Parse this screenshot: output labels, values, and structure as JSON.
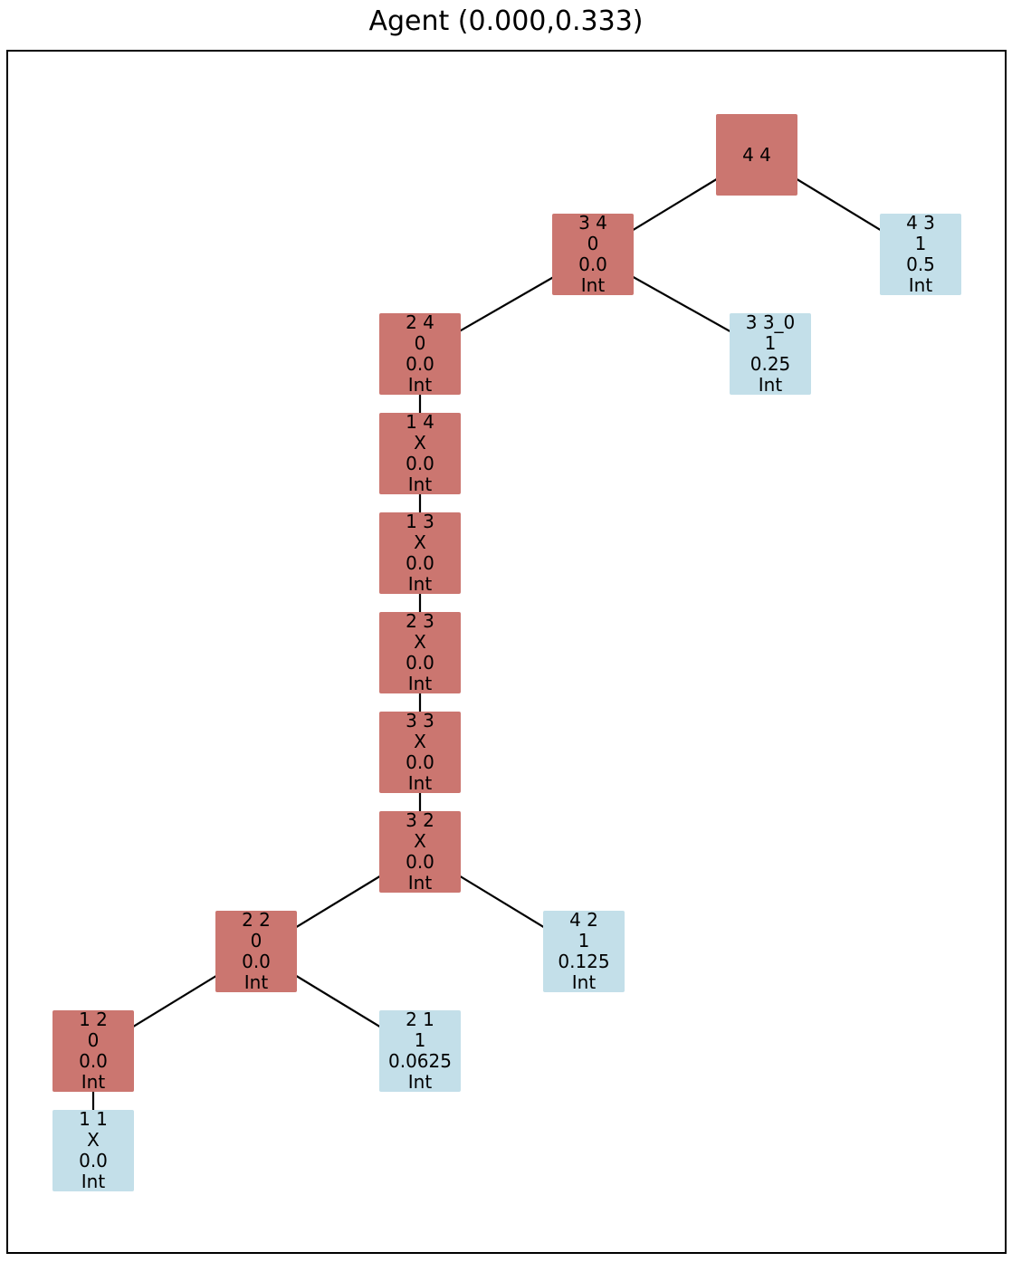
{
  "title": "Agent (0.000,0.333)",
  "colors": {
    "red": "#cb7670",
    "blue": "#c3dfe9",
    "edge": "#000000"
  },
  "nodes": [
    {
      "id": "n44",
      "color": "red",
      "lines": [
        "4 4"
      ]
    },
    {
      "id": "n34",
      "color": "red",
      "lines": [
        "3 4",
        "0",
        "0.0",
        "Int"
      ]
    },
    {
      "id": "n43",
      "color": "blue",
      "lines": [
        "4 3",
        "1",
        "0.5",
        "Int"
      ]
    },
    {
      "id": "n24",
      "color": "red",
      "lines": [
        "2 4",
        "0",
        "0.0",
        "Int"
      ]
    },
    {
      "id": "n33_0",
      "color": "blue",
      "lines": [
        "3 3_0",
        "1",
        "0.25",
        "Int"
      ]
    },
    {
      "id": "n14",
      "color": "red",
      "lines": [
        "1 4",
        "X",
        "0.0",
        "Int"
      ]
    },
    {
      "id": "n13",
      "color": "red",
      "lines": [
        "1 3",
        "X",
        "0.0",
        "Int"
      ]
    },
    {
      "id": "n23",
      "color": "red",
      "lines": [
        "2 3",
        "X",
        "0.0",
        "Int"
      ]
    },
    {
      "id": "n33",
      "color": "red",
      "lines": [
        "3 3",
        "X",
        "0.0",
        "Int"
      ]
    },
    {
      "id": "n32",
      "color": "red",
      "lines": [
        "3 2",
        "X",
        "0.0",
        "Int"
      ]
    },
    {
      "id": "n22",
      "color": "red",
      "lines": [
        "2 2",
        "0",
        "0.0",
        "Int"
      ]
    },
    {
      "id": "n42",
      "color": "blue",
      "lines": [
        "4 2",
        "1",
        "0.125",
        "Int"
      ]
    },
    {
      "id": "n12",
      "color": "red",
      "lines": [
        "1 2",
        "0",
        "0.0",
        "Int"
      ]
    },
    {
      "id": "n21",
      "color": "blue",
      "lines": [
        "2 1",
        "1",
        "0.0625",
        "Int"
      ]
    },
    {
      "id": "n11",
      "color": "blue",
      "lines": [
        "1 1",
        "X",
        "0.0",
        "Int"
      ]
    }
  ],
  "edges": [
    [
      "n44",
      "n34"
    ],
    [
      "n44",
      "n43"
    ],
    [
      "n34",
      "n24"
    ],
    [
      "n34",
      "n33_0"
    ],
    [
      "n24",
      "n14"
    ],
    [
      "n14",
      "n13"
    ],
    [
      "n13",
      "n23"
    ],
    [
      "n23",
      "n33"
    ],
    [
      "n33",
      "n32"
    ],
    [
      "n32",
      "n22"
    ],
    [
      "n32",
      "n42"
    ],
    [
      "n22",
      "n12"
    ],
    [
      "n22",
      "n21"
    ],
    [
      "n12",
      "n11"
    ]
  ]
}
